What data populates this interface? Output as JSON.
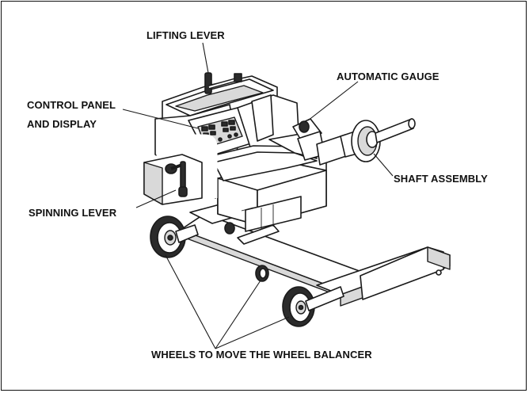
{
  "labels": {
    "lifting_lever": "LIFTING LEVER",
    "control_panel_line1": "CONTROL PANEL",
    "control_panel_line2": "AND DISPLAY",
    "automatic_gauge": "AUTOMATIC GAUGE",
    "shaft_assembly": "SHAFT ASSEMBLY",
    "spinning_lever": "SPINNING LEVER",
    "wheels": "WHEELS TO MOVE THE WHEEL BALANCER"
  }
}
